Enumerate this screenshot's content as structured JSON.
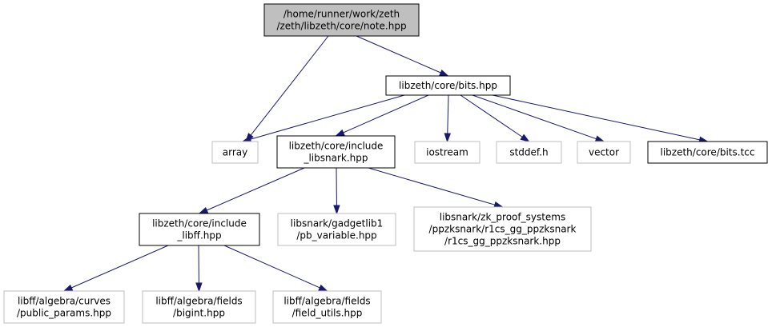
{
  "colors": {
    "edge": "#191970",
    "root_fill": "#bfbfbf",
    "node_border": "#000000",
    "external_border": "#bfbfbf",
    "node_fill": "#ffffff",
    "text": "#000000"
  },
  "nodes": {
    "root": {
      "lines": [
        "/home/runner/work/zeth",
        "/zeth/libzeth/core/note.hpp"
      ],
      "kind": "root"
    },
    "bits_hpp": {
      "lines": [
        "libzeth/core/bits.hpp"
      ],
      "kind": "internal"
    },
    "array": {
      "lines": [
        "array"
      ],
      "kind": "external"
    },
    "include_libsnark": {
      "lines": [
        "libzeth/core/include",
        "_libsnark.hpp"
      ],
      "kind": "internal"
    },
    "iostream": {
      "lines": [
        "iostream"
      ],
      "kind": "external"
    },
    "stddef": {
      "lines": [
        "stddef.h"
      ],
      "kind": "external"
    },
    "vector": {
      "lines": [
        "vector"
      ],
      "kind": "external"
    },
    "bits_tcc": {
      "lines": [
        "libzeth/core/bits.tcc"
      ],
      "kind": "internal"
    },
    "include_libff": {
      "lines": [
        "libzeth/core/include",
        "_libff.hpp"
      ],
      "kind": "internal"
    },
    "pb_variable": {
      "lines": [
        "libsnark/gadgetlib1",
        "/pb_variable.hpp"
      ],
      "kind": "external"
    },
    "r1cs_gg_ppzksnark": {
      "lines": [
        "libsnark/zk_proof_systems",
        "/ppzksnark/r1cs_gg_ppzksnark",
        "/r1cs_gg_ppzksnark.hpp"
      ],
      "kind": "external"
    },
    "public_params": {
      "lines": [
        "libff/algebra/curves",
        "/public_params.hpp"
      ],
      "kind": "external"
    },
    "bigint": {
      "lines": [
        "libff/algebra/fields",
        "/bigint.hpp"
      ],
      "kind": "external"
    },
    "field_utils": {
      "lines": [
        "libff/algebra/fields",
        "/field_utils.hpp"
      ],
      "kind": "external"
    }
  },
  "edges": [
    {
      "from": "root",
      "to": "array"
    },
    {
      "from": "root",
      "to": "bits_hpp"
    },
    {
      "from": "bits_hpp",
      "to": "array"
    },
    {
      "from": "bits_hpp",
      "to": "include_libsnark"
    },
    {
      "from": "bits_hpp",
      "to": "iostream"
    },
    {
      "from": "bits_hpp",
      "to": "stddef"
    },
    {
      "from": "bits_hpp",
      "to": "vector"
    },
    {
      "from": "bits_hpp",
      "to": "bits_tcc"
    },
    {
      "from": "include_libsnark",
      "to": "include_libff"
    },
    {
      "from": "include_libsnark",
      "to": "pb_variable"
    },
    {
      "from": "include_libsnark",
      "to": "r1cs_gg_ppzksnark"
    },
    {
      "from": "include_libff",
      "to": "public_params"
    },
    {
      "from": "include_libff",
      "to": "bigint"
    },
    {
      "from": "include_libff",
      "to": "field_utils"
    }
  ]
}
